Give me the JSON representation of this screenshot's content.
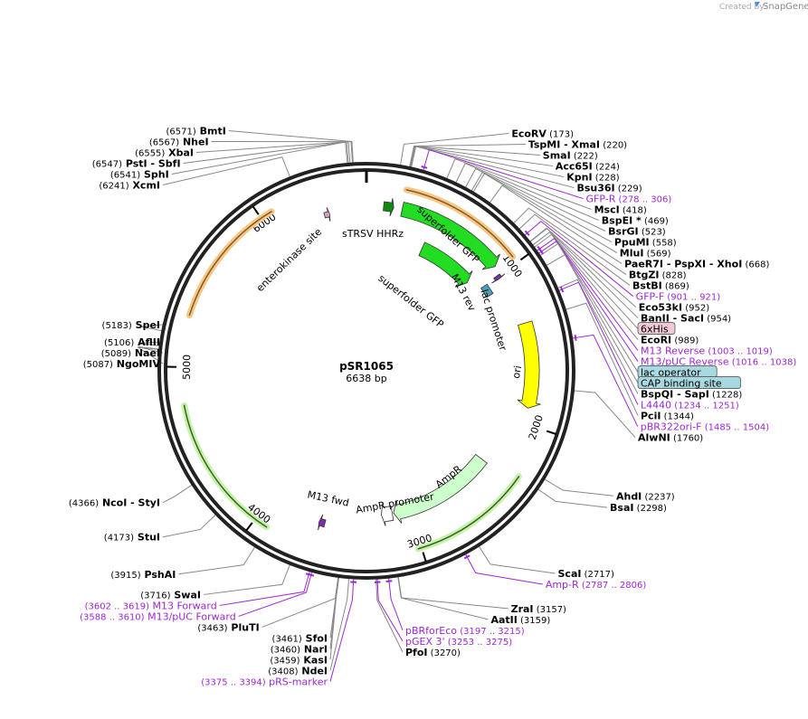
{
  "credit": {
    "prefix": "Created by",
    "brand": "SnapGene"
  },
  "plasmid": {
    "name": "pSR1065",
    "size_label": "6638 bp",
    "length": 6638
  },
  "colors": {
    "primer": "#9c27d4",
    "gfp": "#22dd22",
    "ori": "#ffff00",
    "ampr": "#ccffcc",
    "orange": "#f5c88a",
    "lightgreen": "#c8f0b0"
  },
  "ticks": [
    {
      "pos": 1000,
      "label": "1000"
    },
    {
      "pos": 2000,
      "label": "2000"
    },
    {
      "pos": 3000,
      "label": "3000"
    },
    {
      "pos": 4000,
      "label": "4000"
    },
    {
      "pos": 5000,
      "label": "5000"
    },
    {
      "pos": 6000,
      "label": "6000"
    }
  ],
  "enzymes": [
    {
      "name": "EcoRV",
      "num": "(173)",
      "pos": 173
    },
    {
      "name": "TspMI",
      "extra": "- XmaI",
      "num": "(220)",
      "pos": 220
    },
    {
      "name": "SmaI",
      "num": "(222)",
      "pos": 222
    },
    {
      "name": "Acc65I",
      "num": "(224)",
      "pos": 224
    },
    {
      "name": "KpnI",
      "num": "(228)",
      "pos": 228
    },
    {
      "name": "Bsu36I",
      "num": "(229)",
      "pos": 229
    },
    {
      "name": "MscI",
      "num": "(418)",
      "pos": 418
    },
    {
      "name": "BspEI *",
      "num": "(469)",
      "pos": 469
    },
    {
      "name": "BsrGI",
      "num": "(523)",
      "pos": 523
    },
    {
      "name": "PpuMI",
      "num": "(558)",
      "pos": 558
    },
    {
      "name": "MluI",
      "num": "(569)",
      "pos": 569
    },
    {
      "name": "PaeR7I",
      "extra": "- PspXI - XhoI",
      "num": "(668)",
      "pos": 668
    },
    {
      "name": "BtgZI",
      "num": "(828)",
      "pos": 828
    },
    {
      "name": "BstBI",
      "num": "(869)",
      "pos": 869
    },
    {
      "name": "Eco53kI",
      "num": "(952)",
      "pos": 952
    },
    {
      "name": "BanII",
      "extra": "- SacI",
      "num": "(954)",
      "pos": 954
    },
    {
      "name": "EcoRI",
      "num": "(989)",
      "pos": 989
    },
    {
      "name": "BspQI",
      "extra": "- SapI",
      "num": "(1228)",
      "pos": 1228
    },
    {
      "name": "PciI",
      "num": "(1344)",
      "pos": 1344
    },
    {
      "name": "AlwNI",
      "num": "(1760)",
      "pos": 1760
    },
    {
      "name": "AhdI",
      "num": "(2237)",
      "pos": 2237
    },
    {
      "name": "BsaI",
      "num": "(2298)",
      "pos": 2298
    },
    {
      "name": "ScaI",
      "num": "(2717)",
      "pos": 2717
    },
    {
      "name": "ZraI",
      "num": "(3157)",
      "pos": 3157
    },
    {
      "name": "AatII",
      "num": "(3159)",
      "pos": 3159
    },
    {
      "name": "PfoI",
      "num": "(3270)",
      "pos": 3270
    },
    {
      "name": "NdeI",
      "num": "(3408)",
      "pos": 3408
    },
    {
      "name": "KasI",
      "num": "(3459)",
      "pos": 3459
    },
    {
      "name": "NarI",
      "num": "(3460)",
      "pos": 3460
    },
    {
      "name": "SfoI",
      "num": "(3461)",
      "pos": 3461
    },
    {
      "name": "PluTI",
      "num": "(3463)",
      "pos": 3463
    },
    {
      "name": "SwaI",
      "num": "(3716)",
      "pos": 3716
    },
    {
      "name": "PshAI",
      "num": "(3915)",
      "pos": 3915
    },
    {
      "name": "StuI",
      "num": "(4173)",
      "pos": 4173
    },
    {
      "name": "NcoI",
      "extra": "- StyI",
      "num": "(4366)",
      "pos": 4366
    },
    {
      "name": "NgoMIV",
      "num": "(5087)",
      "pos": 5087
    },
    {
      "name": "NaeI",
      "num": "(5089)",
      "pos": 5089
    },
    {
      "name": "AflII",
      "num": "(5106)",
      "pos": 5106
    },
    {
      "name": "SpeI",
      "num": "(5183)",
      "pos": 5183
    },
    {
      "name": "XcmI",
      "num": "(6241)",
      "pos": 6241
    },
    {
      "name": "SphI",
      "num": "(6541)",
      "pos": 6541
    },
    {
      "name": "PstI",
      "extra": "- SbfI",
      "num": "(6547)",
      "pos": 6547
    },
    {
      "name": "XbaI",
      "num": "(6555)",
      "pos": 6555
    },
    {
      "name": "NheI",
      "num": "(6567)",
      "pos": 6567
    },
    {
      "name": "BmtI",
      "num": "(6571)",
      "pos": 6571
    }
  ],
  "primers": [
    {
      "name": "GFP-R",
      "range": "(278 .. 306)",
      "pos": 292
    },
    {
      "name": "GFP-F",
      "range": "(901 .. 921)",
      "pos": 911
    },
    {
      "name": "M13 Reverse",
      "range": "(1003 .. 1019)",
      "pos": 1011
    },
    {
      "name": "M13/pUC Reverse",
      "range": "(1016 .. 1038)",
      "pos": 1027
    },
    {
      "name": "L4440",
      "range": "(1234 .. 1251)",
      "pos": 1242
    },
    {
      "name": "pBR322ori-F",
      "range": "(1485 .. 1504)",
      "pos": 1494
    },
    {
      "name": "Amp-R",
      "range": "(2787 .. 2806)",
      "pos": 2796
    },
    {
      "name": "pBRforEco",
      "range": "(3197 .. 3215)",
      "pos": 3206
    },
    {
      "name": "pGEX 3'",
      "range": "(3253 .. 3275)",
      "pos": 3264
    },
    {
      "name": "pRS-marker",
      "range": "(3375 .. 3394)",
      "pos": 3384
    },
    {
      "name": "M13/pUC Forward",
      "range": "(3588 .. 3610)",
      "pos": 3599
    },
    {
      "name": "M13 Forward",
      "range": "(3602 .. 3619)",
      "pos": 3610
    }
  ],
  "boxed_features": [
    {
      "name": "6xHis",
      "fill": "#f0c8d8",
      "pos": 975
    },
    {
      "name": "lac operator",
      "fill": "#a8d8e0",
      "pos": 1040
    },
    {
      "name": "CAP binding site",
      "fill": "#a8d8e0",
      "pos": 1100
    }
  ],
  "features": [
    {
      "name": "superfolder GFP",
      "start": 230,
      "end": 950,
      "color": "#22dd22"
    },
    {
      "name": "superfolder GFP",
      "start": 400,
      "end": 900,
      "color": "#22dd22"
    },
    {
      "name": "sTRSV HHRz",
      "start": 120,
      "end": 170,
      "color": "#118811"
    },
    {
      "name": "enterokinase site",
      "start": 6360,
      "end": 6385,
      "color": "#d8a0c0"
    },
    {
      "name": "M13 rev",
      "start": 995,
      "end": 1020,
      "color": "#7b2fae"
    },
    {
      "name": "lac promoter",
      "start": 1020,
      "end": 1050,
      "color": "#4aa0b8"
    },
    {
      "name": "ori",
      "start": 1300,
      "end": 1900,
      "color": "#ffff00"
    },
    {
      "name": "AmpR",
      "start": 2250,
      "end": 3100,
      "color": "#ccffcc"
    },
    {
      "name": "AmpR promoter",
      "start": 3100,
      "end": 3200,
      "color": "#ffffff"
    },
    {
      "name": "M13 fwd",
      "start": 3600,
      "end": 3620,
      "color": "#7b2fae"
    }
  ]
}
